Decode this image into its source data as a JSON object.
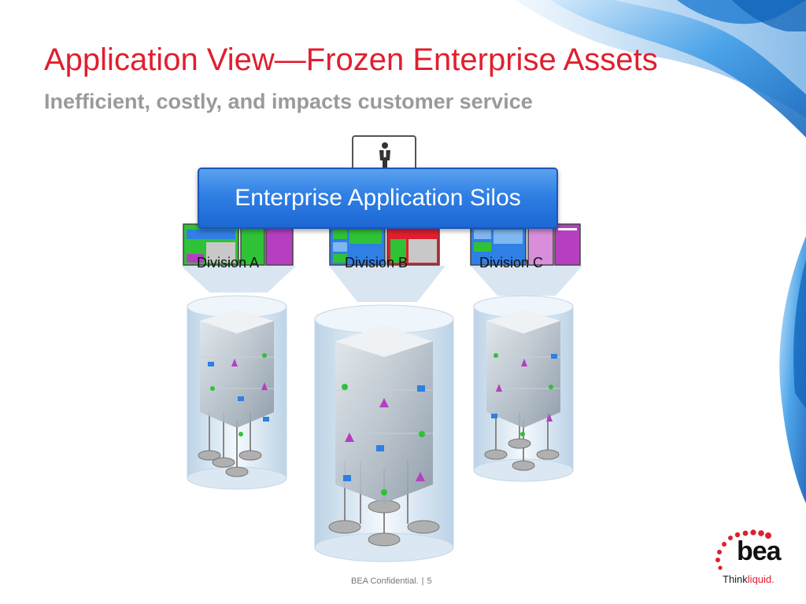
{
  "slide": {
    "title": "Application View—Frozen Enterprise Assets",
    "subtitle": "Inefficient, costly, and impacts customer service"
  },
  "diagram": {
    "banner_label": "Enterprise Application Silos",
    "divisions": [
      {
        "label": "Division A"
      },
      {
        "label": "Division B"
      },
      {
        "label": "Division C"
      }
    ],
    "icons": [
      "user-icon",
      "application-window-icon",
      "frozen-data-cylinder-icon"
    ]
  },
  "footer": {
    "confidential": "BEA Confidential.",
    "separator": "|",
    "page_number": "5"
  },
  "logo": {
    "word": "bea",
    "tagline_think": "Think",
    "tagline_liquid": "liquid."
  },
  "colors": {
    "title_red": "#e01f2e",
    "subtitle_gray": "#9a9a9a",
    "banner_blue": "#2f7fe4",
    "swirl_blue": "#2a8fe0"
  }
}
